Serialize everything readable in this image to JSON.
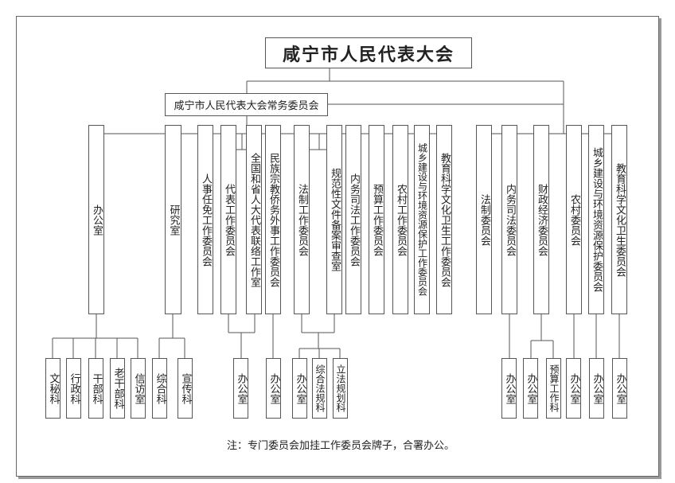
{
  "title": "咸宁市人民代表大会",
  "standing_committee": "咸宁市人民代表大会常务委员会",
  "left_units": [
    "办公室",
    "研究室",
    "人事任免工作委员会",
    "代表工作委员会",
    "全国和省人大代表联络工作室",
    "民族宗教侨务外事工作委员会",
    "法制工作委员会",
    "规范性文件备案审查室",
    "内务司法工作委员会",
    "预算工作委员会",
    "农村工作委员会",
    "城乡建设与环境资源保护工作委员会",
    "教育科学文化卫生工作委员会"
  ],
  "right_committees": [
    "法制委员会",
    "内务司法委员会",
    "财政经济委员会",
    "农村委员会",
    "城乡建设与环境资源保护委员会",
    "教育科学文化卫生委员会"
  ],
  "sub_units": {
    "office": [
      "文秘科",
      "行政科",
      "干部科",
      "老干部科",
      "信访室"
    ],
    "research": [
      "综合科",
      "宣传科"
    ],
    "representative_office": "办公室",
    "ethnic_office": "办公室",
    "legal": [
      "办公室",
      "综合法规科",
      "立法规划科"
    ],
    "judicial_office": "办公室",
    "finance": [
      "办公室",
      "预算工作科"
    ],
    "rural_office": "办公室",
    "urban_office": "办公室",
    "education_office": "办公室"
  },
  "note": "注：专门委员会加挂工作委员会牌子，合署办公。"
}
